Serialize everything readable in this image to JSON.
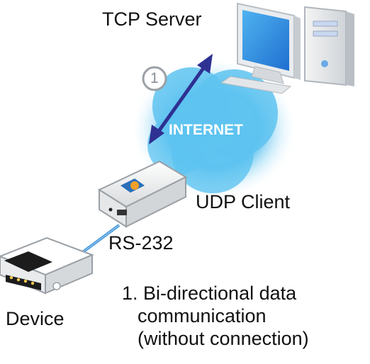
{
  "labels": {
    "tcp_server": "TCP Server",
    "internet": "INTERNET",
    "udp_client": "UDP Client",
    "rs232": "RS-232",
    "device": "Device",
    "step_marker": "1"
  },
  "caption": {
    "line1": "1. Bi-directional data",
    "line2": "communication",
    "line3": "(without connection)"
  },
  "colors": {
    "cloud": "#5ec3f0",
    "arrow": "#2e3192",
    "cable": "#3b8fd6",
    "text": "#111111"
  }
}
